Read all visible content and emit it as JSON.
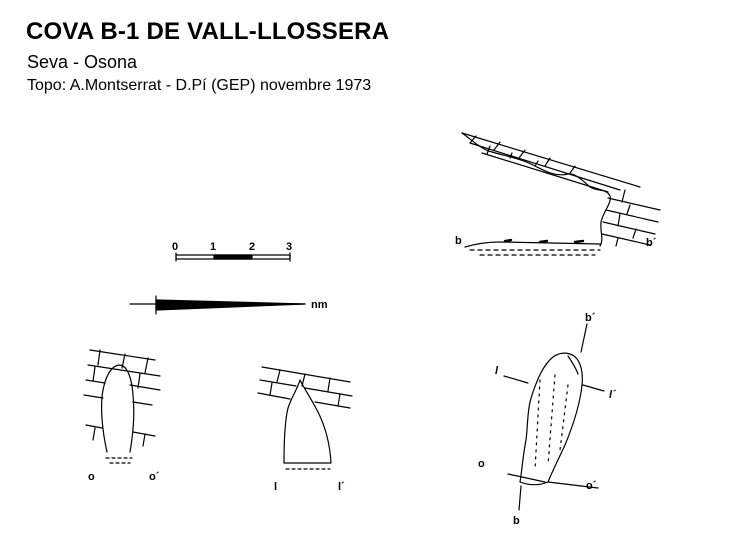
{
  "header": {
    "title": "COVA B-1 DE VALL-LLOSSERA",
    "subtitle": "Seva - Osona",
    "credits": "Topo: A.Montserrat - D.Pí (GEP) novembre 1973"
  },
  "scale": {
    "ticks": [
      "0",
      "1",
      "2",
      "3"
    ]
  },
  "north": {
    "label": "nm"
  },
  "sections": {
    "profile_left": "b",
    "profile_right": "b´",
    "section_o_left": "o",
    "section_o_right": "o´",
    "section_l_left": "l",
    "section_l_right": "l´"
  },
  "plan": {
    "b_top": "b´",
    "b_bottom": "b",
    "l_left": "l",
    "l_right": "l´",
    "o_left": "o",
    "o_right": "o´"
  }
}
